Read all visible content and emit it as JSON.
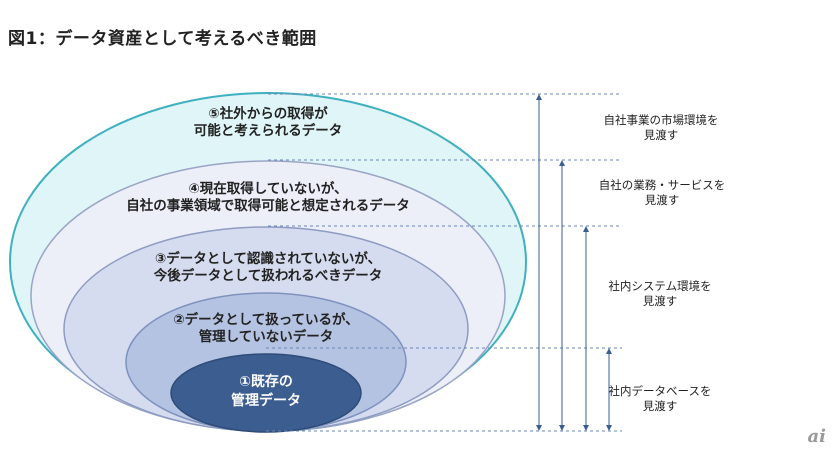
{
  "title": "図1：データ資産として考えるべき範囲",
  "layers": [
    {
      "label_lines": [
        "⑤社外からの取得が",
        "可能と考えられるデータ"
      ],
      "fill": "#dff5f7",
      "stroke": "#3fb0bf"
    },
    {
      "label_lines": [
        "④現在取得していないが、",
        "自社の事業領域で取得可能と想定されるデータ"
      ],
      "fill": "#eceef8",
      "stroke": "#9aa5c5"
    },
    {
      "label_lines": [
        "③データとして認識されていないが、",
        "今後データとして扱われるべきデータ"
      ],
      "fill": "#d6dcef",
      "stroke": "#8e9cc2"
    },
    {
      "label_lines": [
        "②データとして扱っているが、",
        "管理していないデータ"
      ],
      "fill": "#b5c3e2",
      "stroke": "#7f92bf"
    },
    {
      "label_lines": [
        "①既存の",
        "管理データ"
      ],
      "fill": "#3b5d90",
      "stroke": "#2f4c78"
    }
  ],
  "scopes": [
    {
      "lines": [
        "自社事業の市場環境を",
        "見渡す"
      ]
    },
    {
      "lines": [
        "自社の業務・サービスを",
        "見渡す"
      ]
    },
    {
      "lines": [
        "社内システム環境を",
        "見渡す"
      ]
    },
    {
      "lines": [
        "社内データベースを",
        "見渡す"
      ]
    }
  ],
  "colors": {
    "guide_line": "#6a86b8",
    "arrow": "#3b5d90"
  },
  "logo": "ai"
}
